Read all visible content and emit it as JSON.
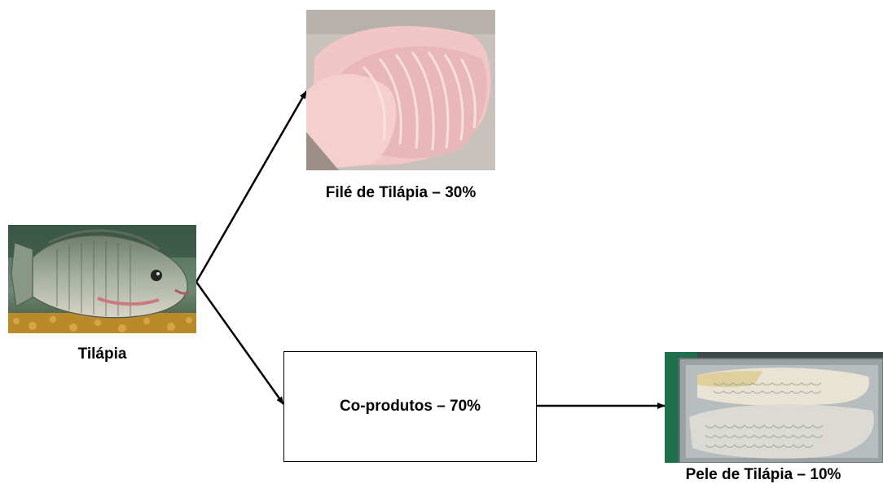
{
  "nodes": {
    "tilapia": {
      "label": "Tilápia"
    },
    "file": {
      "label": "Filé de Tilápia – 30%"
    },
    "coprodutos": {
      "label": "Co-produtos – 70%"
    },
    "pele": {
      "label": "Pele de Tilápia – 10%"
    }
  },
  "images": {
    "tilapia": "tilapia-fish-photo",
    "file": "tilapia-fillet-photo",
    "pele": "tilapia-skin-photo"
  }
}
